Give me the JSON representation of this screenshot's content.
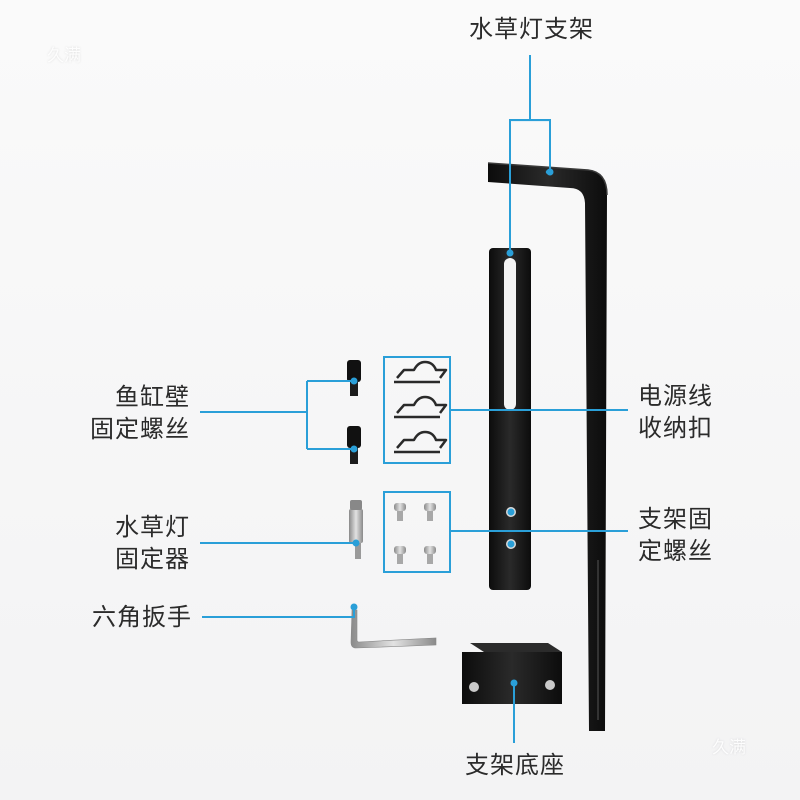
{
  "watermark": "久满",
  "labels": {
    "bracket": "水草灯支架",
    "cable_clip": [
      "电源线",
      "收纳扣"
    ],
    "wall_screw": [
      "鱼缸壁",
      "固定螺丝"
    ],
    "light_fixer": [
      "水草灯",
      "固定器"
    ],
    "bracket_screw": [
      "支架固",
      "定螺丝"
    ],
    "hex_key": "六角扳手",
    "base": "支架底座"
  },
  "colors": {
    "accent": "#2a9fd8",
    "metal_dark": "#151515",
    "steel": "#b8b8b8"
  }
}
